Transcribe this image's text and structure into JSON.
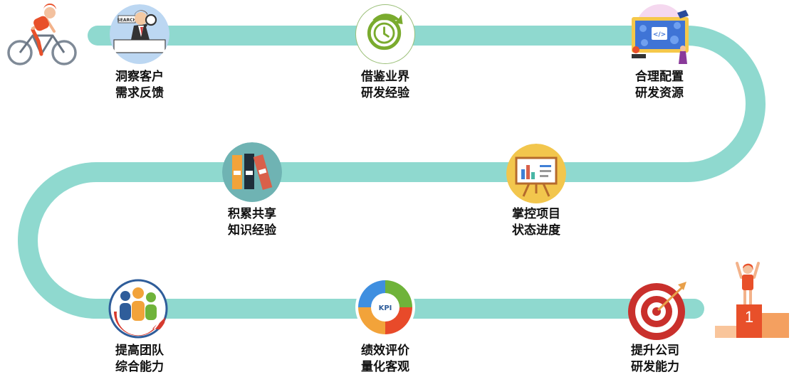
{
  "colors": {
    "road": "#8fd9cf",
    "accent_orange": "#e87a3a",
    "podium_light": "#f9c59b",
    "podium_mid": "#f4a060",
    "podium_dark": "#e8502a"
  },
  "steps": [
    {
      "line1": "洞察客户",
      "line2": "需求反馈",
      "icon": "search-businessman-icon",
      "sign": "SEARCH"
    },
    {
      "line1": "借鉴业界",
      "line2": "研发经验",
      "icon": "clock-refresh-icon"
    },
    {
      "line1": "合理配置",
      "line2": "研发资源",
      "icon": "developer-team-icon"
    },
    {
      "line1": "积累共享",
      "line2": "知识经验",
      "icon": "binders-icon"
    },
    {
      "line1": "掌控项目",
      "line2": "状态进度",
      "icon": "presentation-board-icon"
    },
    {
      "line1": "提高团队",
      "line2": "综合能力",
      "icon": "team-people-icon"
    },
    {
      "line1": "绩效评价",
      "line2": "量化客观",
      "icon": "kpi-cycle-icon",
      "center": "KPI"
    },
    {
      "line1": "提升公司",
      "line2": "研发能力",
      "icon": "target-dart-icon"
    }
  ],
  "podium": {
    "rank": "1"
  }
}
